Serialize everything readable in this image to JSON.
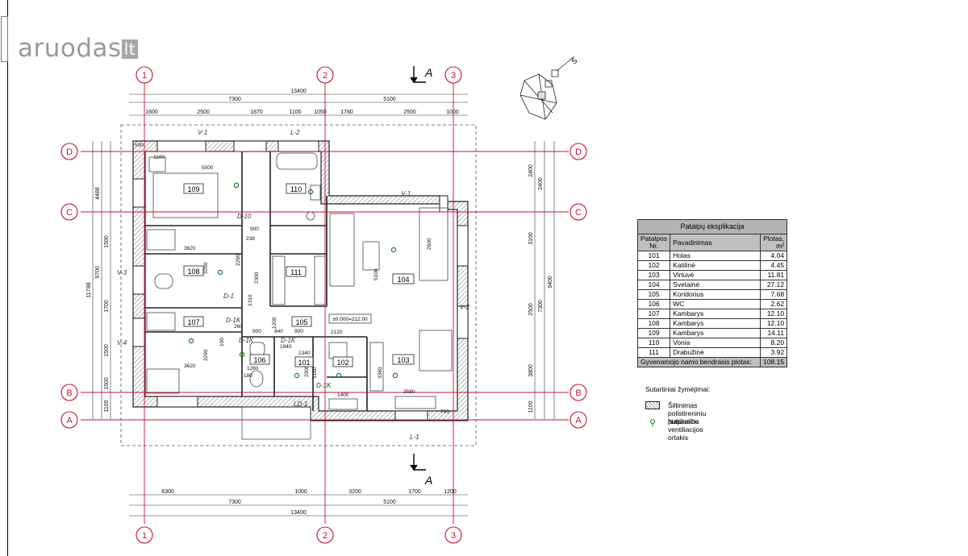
{
  "watermark": {
    "text": "aruodas",
    "suffix": "lt"
  },
  "grid": {
    "columns": [
      "1",
      "2",
      "3"
    ],
    "rows": [
      "D",
      "C",
      "B",
      "A"
    ]
  },
  "section_markers": [
    "A",
    "A"
  ],
  "north_label": "Š",
  "dims_top": {
    "overall": "13400",
    "parts": [
      "7300",
      "5100"
    ],
    "detail": [
      "1600",
      "2500",
      "1870",
      "1100",
      "1050",
      "1780",
      "2500",
      "1000"
    ]
  },
  "dims_bottom": {
    "detail": [
      "6300",
      "1000",
      "3200",
      "1700",
      "1200"
    ],
    "parts": [
      "7300",
      "5100"
    ],
    "overall": "13400"
  },
  "dims_left": {
    "overall": "11788",
    "parts": [
      "4488",
      "9700"
    ],
    "detail": [
      "1500",
      "1700",
      "1500",
      "1500",
      "1100"
    ]
  },
  "dims_right": {
    "overall": "9400",
    "parts": [
      "2400",
      "2400",
      "3100",
      "2500",
      "7300",
      "3800",
      "1100"
    ]
  },
  "interior_dims": [
    "5000",
    "3620",
    "3620",
    "900",
    "238",
    "2290",
    "2300",
    "3290",
    "3290",
    "1310",
    "900",
    "840",
    "900",
    "260",
    "1200",
    "2120",
    "1940",
    "1340",
    "1260",
    "180",
    "100",
    "2600",
    "5100",
    "3580",
    "3180",
    "3380",
    "2000",
    "1400",
    "700",
    "500",
    "1100"
  ],
  "rooms": [
    {
      "nr": "109"
    },
    {
      "nr": "110"
    },
    {
      "nr": "108"
    },
    {
      "nr": "111"
    },
    {
      "nr": "104"
    },
    {
      "nr": "107"
    },
    {
      "nr": "105"
    },
    {
      "nr": "106"
    },
    {
      "nr": "101"
    },
    {
      "nr": "102"
    },
    {
      "nr": "103"
    }
  ],
  "elevation_note": "±0.000=212.00",
  "tags": [
    "V-1",
    "L-2",
    "V-1",
    "V-3",
    "V-4",
    "V-2",
    "L-1",
    "D-10",
    "D-1",
    "D-1K",
    "D-1K",
    "D-1K",
    "D-1K",
    "LD-1"
  ],
  "table": {
    "title": "Patalpų eksplikacija",
    "headers": [
      "Patalpos Nr.",
      "Pavadinimas",
      "Plotas, m²"
    ],
    "rows": [
      {
        "nr": "101",
        "name": "Holas",
        "area": "4.04"
      },
      {
        "nr": "102",
        "name": "Katilinė",
        "area": "4.45"
      },
      {
        "nr": "103",
        "name": "Virtuvė",
        "area": "11.81"
      },
      {
        "nr": "104",
        "name": "Svetainė",
        "area": "27.12"
      },
      {
        "nr": "105",
        "name": "Koridorius",
        "area": "7.68"
      },
      {
        "nr": "106",
        "name": "WC",
        "area": "2.62"
      },
      {
        "nr": "107",
        "name": "Kambarys",
        "area": "12.10"
      },
      {
        "nr": "108",
        "name": "Kambarys",
        "area": "12.10"
      },
      {
        "nr": "109",
        "name": "Kambarys",
        "area": "14.11"
      },
      {
        "nr": "110",
        "name": "Vonia",
        "area": "8.20"
      },
      {
        "nr": "111",
        "name": "Drabužinė",
        "area": "3.92"
      }
    ],
    "total_label": "Gyvenamojo namo bendrasis plotas:",
    "total_value": "108.15"
  },
  "legend": {
    "title": "Sutartiniai žymėjimai:",
    "items": [
      {
        "icon": "insulation-hatch",
        "label": "Šiltinimas polistireniniu putplasčiu"
      },
      {
        "icon": "ventilation-icon",
        "label": "Natūralios ventiliacijos ortakis"
      }
    ]
  }
}
